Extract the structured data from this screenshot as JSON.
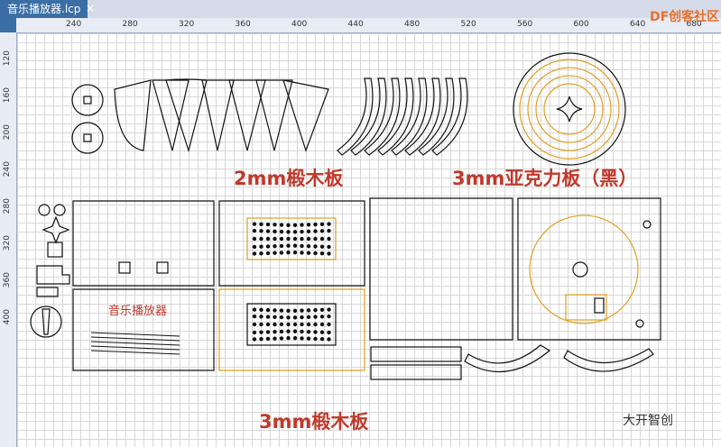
{
  "window": {
    "tab_title": "音乐播放器.lcp",
    "close_glyph": "×"
  },
  "rulers": {
    "horizontal_ticks": [
      "240",
      "280",
      "320",
      "360",
      "400",
      "440",
      "480",
      "520",
      "560",
      "600",
      "640",
      "680"
    ],
    "vertical_ticks": [
      "120",
      "160",
      "200",
      "240",
      "280",
      "320",
      "360",
      "400"
    ]
  },
  "labels": {
    "plywood_2mm": "2mm椴木板",
    "acrylic_3mm": "3mm亚克力板（黑）",
    "plywood_3mm": "3mm椴木板",
    "engrave_text": "音乐播放器"
  },
  "branding": {
    "logo_text": "DF创客社区",
    "watermark": "大开智创"
  },
  "colors": {
    "cut_line": "#111111",
    "engrave_line": "#e0a020",
    "label_red": "#c0392b"
  }
}
